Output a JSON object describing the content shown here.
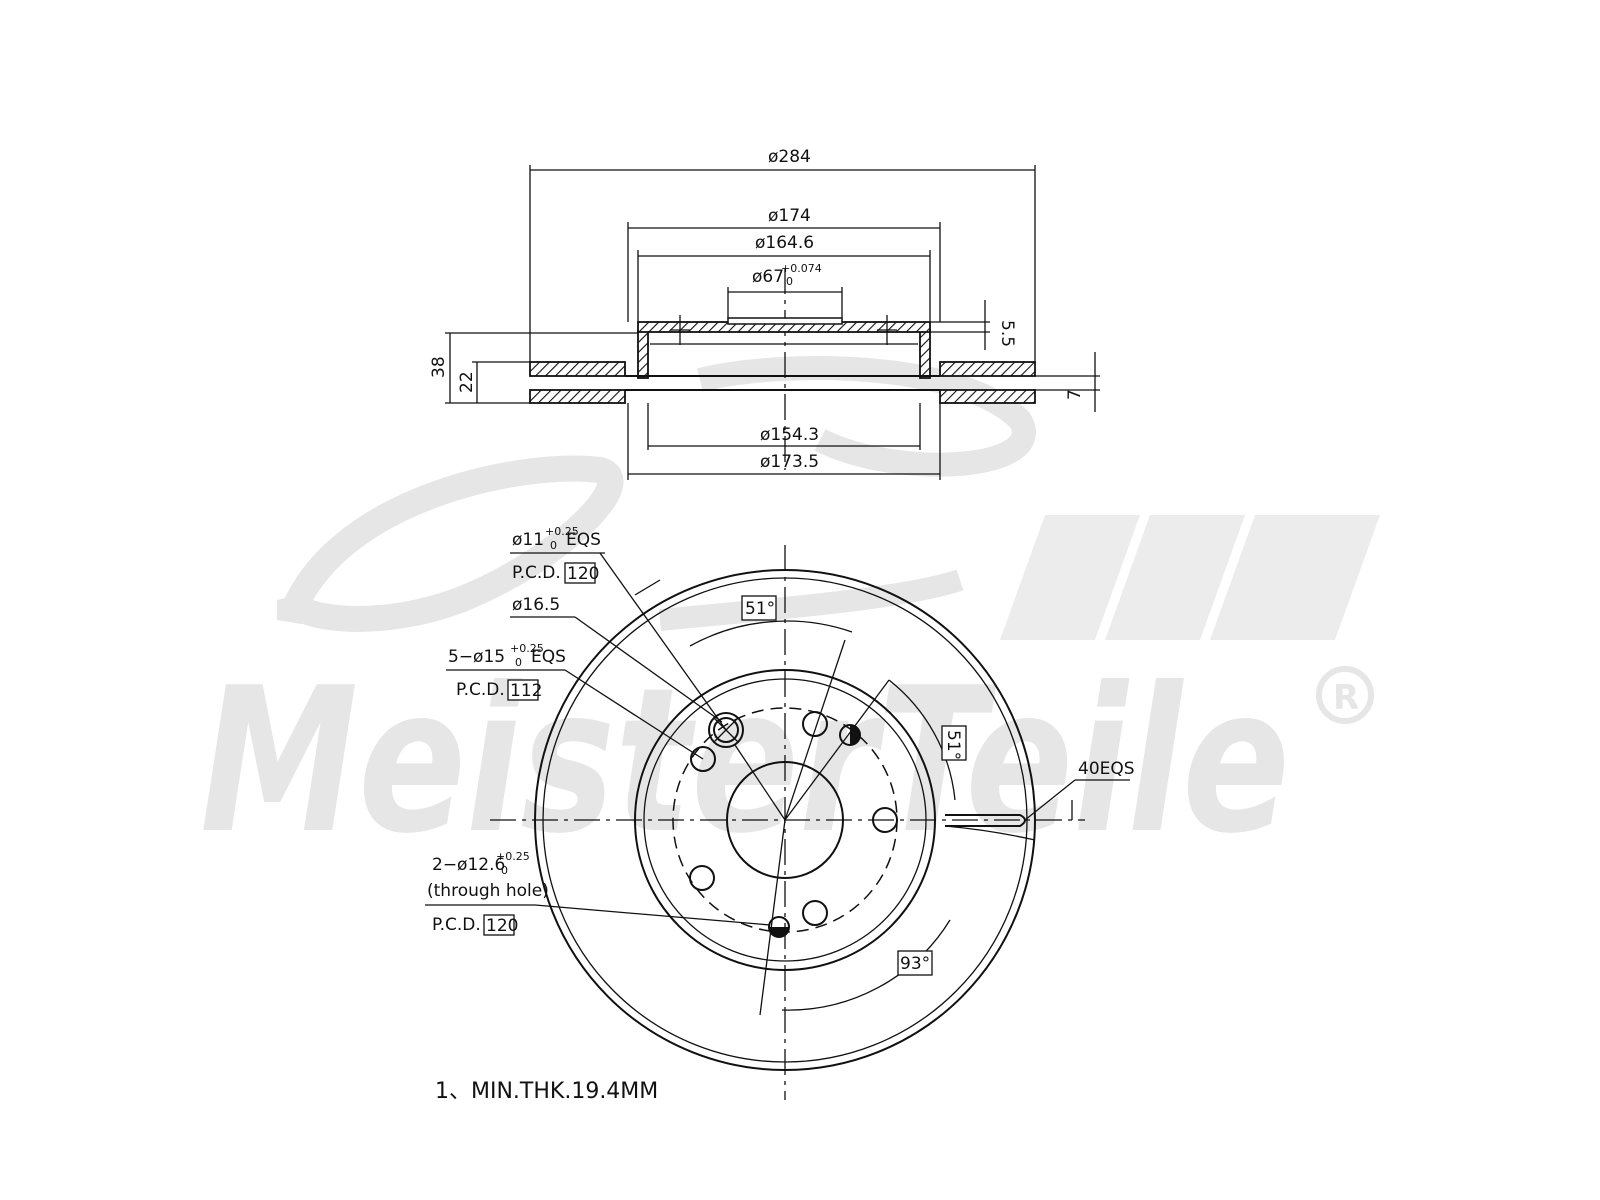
{
  "watermark": {
    "brand_text": "MeisterTeile",
    "registered_mark": "R"
  },
  "side_view": {
    "dim_outer_diameter": "ø284",
    "dim_hat_outer": "ø174",
    "dim_hat_inner": "ø164.6",
    "dim_bore_prefix": "ø67",
    "dim_bore_tol_upper": "+0.074",
    "dim_bore_tol_lower": "0",
    "dim_hat_top_thickness": "5.5",
    "dim_total_height": "38",
    "dim_disc_thickness": "22",
    "dim_vent_gap": "7",
    "dim_inner_bell": "ø154.3",
    "dim_bell_outer": "ø173.5"
  },
  "front_view": {
    "hole1_prefix": "ø11",
    "hole1_tol_upper": "+0.25",
    "hole1_tol_lower": "0",
    "hole1_suffix": "EQS",
    "pcd_label": "P.C.D.",
    "pcd1_value": "120",
    "counterbore": "ø16.5",
    "hole2_prefix": "5−ø15",
    "hole2_tol_upper": "+0.25",
    "hole2_tol_lower": "0",
    "hole2_suffix": "EQS",
    "pcd2_value": "112",
    "hole3_prefix": "2−ø12.6",
    "hole3_tol_upper": "+0.25",
    "hole3_tol_lower": "0",
    "hole3_note": "(through hole)",
    "pcd3_value": "120",
    "angle_top": "51°",
    "angle_right": "51°",
    "angle_bottom": "93°",
    "vents": "40EQS"
  },
  "notes": {
    "min_thickness": "1、MIN.THK.19.4MM"
  }
}
